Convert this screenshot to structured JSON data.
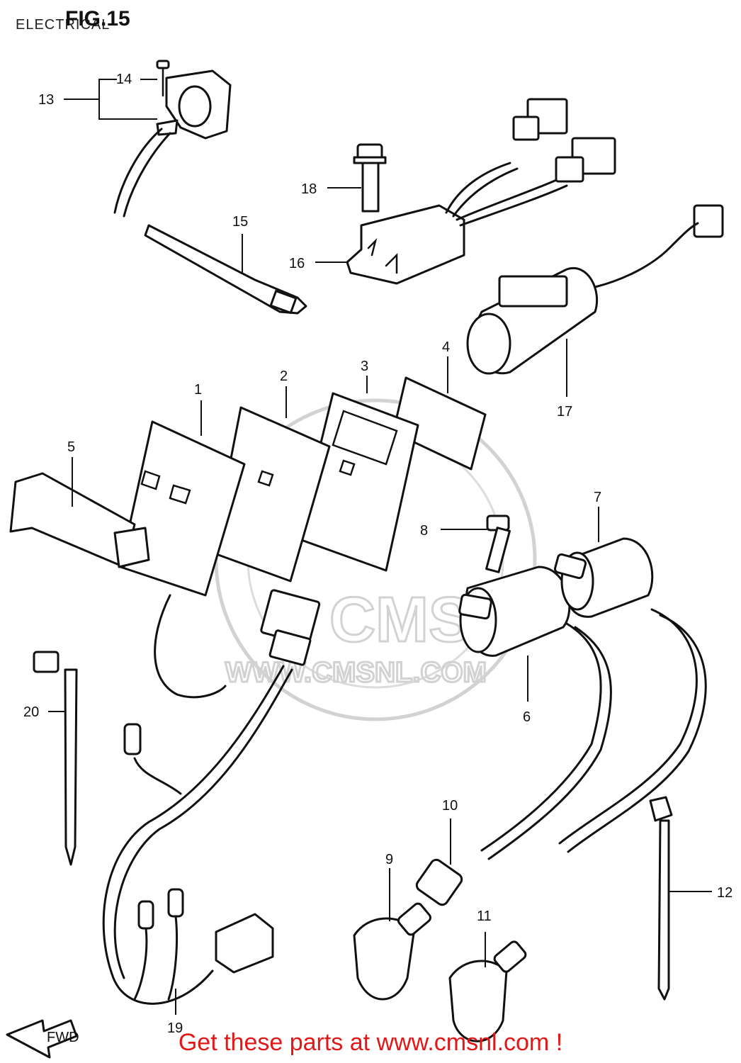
{
  "diagram": {
    "title": "FIG.15",
    "subtitle": "ELECTRICAL",
    "callouts": [
      "1",
      "2",
      "3",
      "4",
      "5",
      "6",
      "7",
      "8",
      "9",
      "10",
      "11",
      "12",
      "13",
      "14",
      "15",
      "16",
      "17",
      "18",
      "19",
      "20"
    ],
    "watermark": {
      "logo_text": "CMS",
      "url_text": "WWW.CMSNL.COM"
    },
    "fwd_label": "FWD",
    "footer": "Get these parts at www.cmsnl.com !"
  },
  "colors": {
    "ink": "#111111",
    "footer": "#e21818",
    "watermark": "#d2d2d2"
  }
}
